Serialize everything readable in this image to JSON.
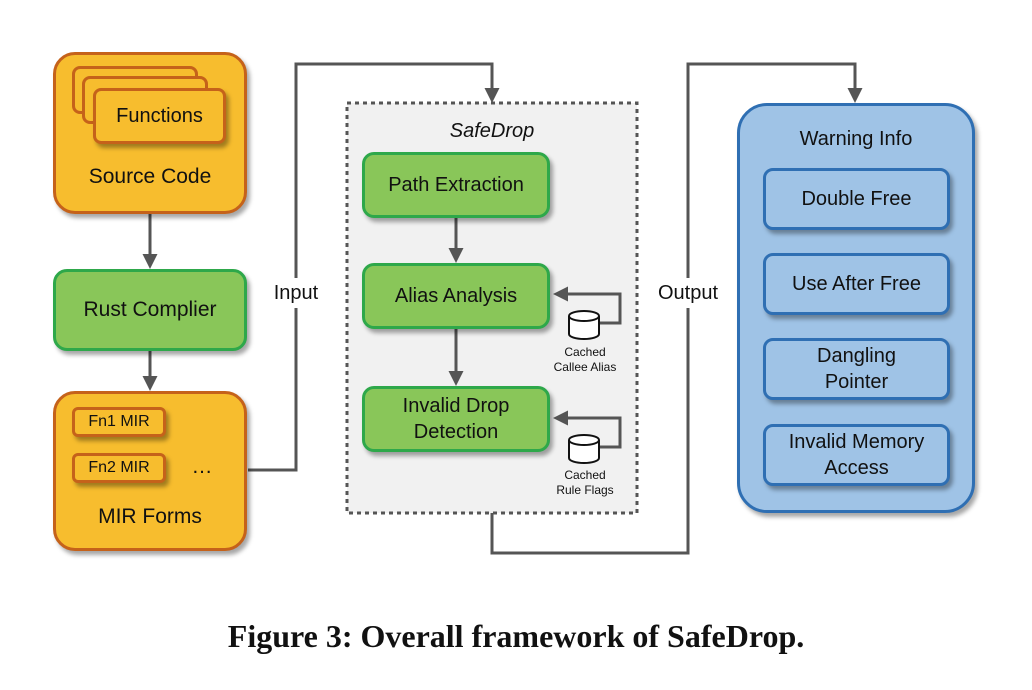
{
  "source": {
    "functions_label": "Functions",
    "title": "Source Code"
  },
  "compiler": {
    "label": "Rust Complier"
  },
  "mir": {
    "fn1": "Fn1 MIR",
    "fn2": "Fn2 MIR",
    "ellipsis": "…",
    "title": "MIR Forms"
  },
  "edges": {
    "input": "Input",
    "output": "Output"
  },
  "safedrop": {
    "title": "SafeDrop",
    "path_extraction": "Path Extraction",
    "alias_analysis": "Alias Analysis",
    "invalid_drop_line1": "Invalid Drop",
    "invalid_drop_line2": "Detection",
    "cache1_line1": "Cached",
    "cache1_line2": "Callee Alias",
    "cache2_line1": "Cached",
    "cache2_line2": "Rule Flags"
  },
  "warning": {
    "title": "Warning Info",
    "items": [
      {
        "line1": "Double Free",
        "line2": ""
      },
      {
        "line1": "Use After Free",
        "line2": ""
      },
      {
        "line1": "Dangling",
        "line2": "Pointer"
      },
      {
        "line1": "Invalid Memory",
        "line2": "Access"
      }
    ]
  },
  "caption": "Figure 3: Overall framework of SafeDrop."
}
